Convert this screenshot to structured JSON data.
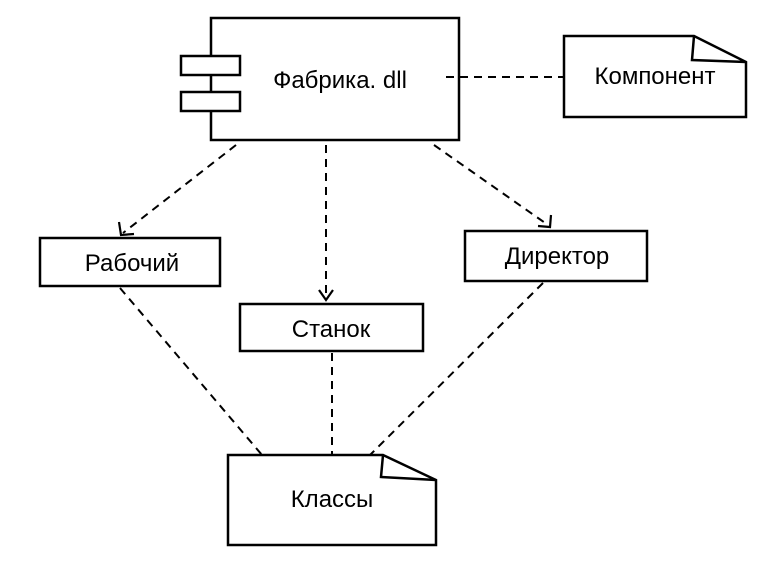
{
  "component": {
    "label": "Фабрика. dll"
  },
  "notes": {
    "component_note": "Компонент",
    "classes_note": "Классы"
  },
  "classes": [
    {
      "label": "Рабочий"
    },
    {
      "label": "Станок"
    },
    {
      "label": "Директор"
    }
  ],
  "colors": {
    "stroke": "#000000",
    "background": "#ffffff"
  }
}
